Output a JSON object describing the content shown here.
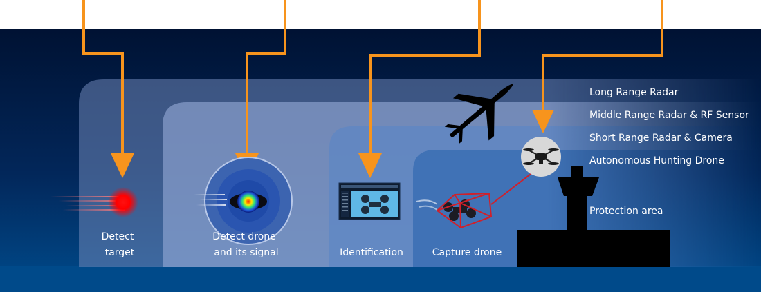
{
  "zones": {
    "long_range": "Long Range Radar",
    "middle_range": "Middle Range Radar & RF Sensor",
    "short_range": "Short Range Radar & Camera",
    "hunting_drone": "Autonomous Hunting Drone",
    "protection": "Protection area"
  },
  "stages": {
    "detect_target_1": "Detect",
    "detect_target_2": "target",
    "detect_drone_1": "Detect drone",
    "detect_drone_2": "and its signal",
    "identification": "Identification",
    "capture": "Capture drone"
  },
  "colors": {
    "arrow": "#f7941d",
    "sky_top": "#001233",
    "sky_bottom": "#004b8c",
    "target": "#ff0000",
    "net": "#d0202a"
  },
  "icons": [
    "airplane-icon",
    "hunter-drone-icon",
    "target-blip-icon",
    "heatmap-drone-icon",
    "monitor-icon",
    "net-capture-icon",
    "control-tower-icon"
  ]
}
